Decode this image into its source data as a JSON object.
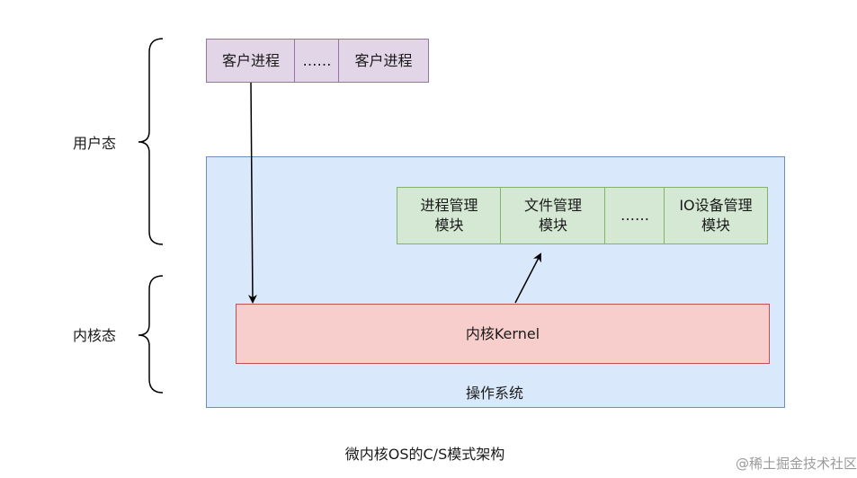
{
  "user_space": {
    "label": "用户态",
    "client_processes": [
      "客户进程",
      "……",
      "客户进程"
    ]
  },
  "kernel_space": {
    "label": "内核态"
  },
  "os_container": {
    "label": "操作系统",
    "modules": [
      "进程管理\n模块",
      "文件管理\n模块",
      "……",
      "IO设备管理\n模块"
    ],
    "kernel_label": "内核Kernel"
  },
  "caption": "微内核OS的C/S模式架构",
  "watermark": "@稀土掘金技术社区",
  "colors": {
    "purple_fill": "#e1d5e7",
    "purple_stroke": "#9673a6",
    "green_fill": "#d5e8d4",
    "green_stroke": "#82b366",
    "blue_fill": "#dae8fc",
    "blue_stroke": "#6c8ebf",
    "red_fill": "#f8cecc",
    "red_stroke": "#b85450"
  }
}
